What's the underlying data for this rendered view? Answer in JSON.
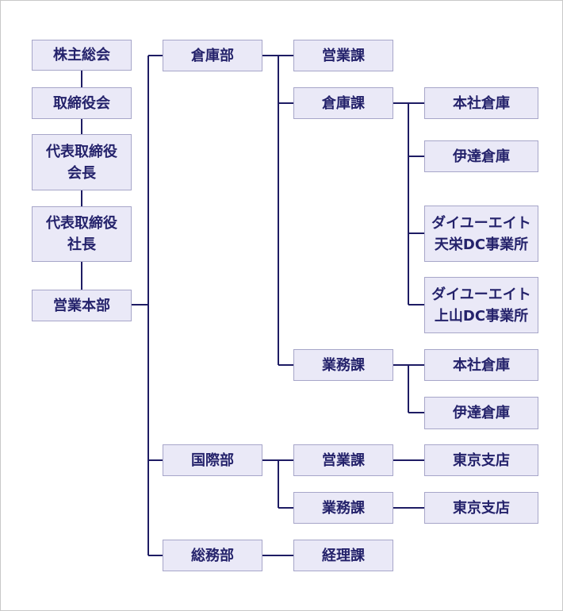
{
  "org": {
    "kabunushi_sokai": "株主総会",
    "torishimariyakukai": "取締役会",
    "kaicho": [
      "代表取締役",
      "会長"
    ],
    "shacho": [
      "代表取締役",
      "社長"
    ],
    "eigyo_honbu": "営業本部",
    "soko_bu": {
      "name": "倉庫部",
      "eigyo_ka": "営業課",
      "soko_ka": {
        "name": "倉庫課",
        "items": [
          [
            "本社倉庫"
          ],
          [
            "伊達倉庫"
          ],
          [
            "ダイユーエイト",
            "天栄DC事業所"
          ],
          [
            "ダイユーエイト",
            "上山DC事業所"
          ]
        ]
      },
      "gyomu_ka": {
        "name": "業務課",
        "items": [
          "本社倉庫",
          "伊達倉庫"
        ]
      }
    },
    "kokusai_bu": {
      "name": "国際部",
      "eigyo_ka": "営業課",
      "eigyo_ka_branch": "東京支店",
      "gyomu_ka": "業務課",
      "gyomu_ka_branch": "東京支店"
    },
    "somu_bu": {
      "name": "総務部",
      "keiri_ka": "経理課"
    }
  },
  "colors": {
    "box_fill": "#eae9f7",
    "box_border": "#a7a6c9",
    "text": "#24226b",
    "line": "#1e1c64"
  }
}
